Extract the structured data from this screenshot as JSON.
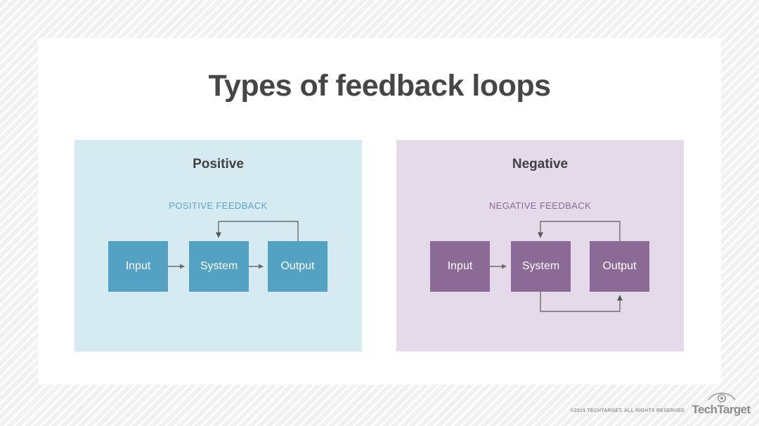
{
  "slide": {
    "title": "Types of feedback loops"
  },
  "panels": [
    {
      "id": "positive",
      "heading": "Positive",
      "feedback_label": "POSITIVE FEEDBACK",
      "panel_color": "#d5eaf1",
      "node_color": "#53a2c3",
      "label_color": "#5ba3c6",
      "nodes": [
        {
          "label": "Input"
        },
        {
          "label": "System"
        },
        {
          "label": "Output"
        }
      ]
    },
    {
      "id": "negative",
      "heading": "Negative",
      "feedback_label": "NEGATIVE FEEDBACK",
      "panel_color": "#e4daea",
      "node_color": "#8b6a95",
      "label_color": "#8c6a96",
      "nodes": [
        {
          "label": "Input"
        },
        {
          "label": "System"
        },
        {
          "label": "Output"
        }
      ]
    }
  ],
  "footer": {
    "copyright": "©2019 TECHTARGET. ALL RIGHTS RESERVED",
    "brand": "TechTarget"
  },
  "theme": {
    "title_color": "#464646",
    "heading_color": "#414141",
    "wire_color": "#6f6f6f",
    "card_color": "#ffffff",
    "page_bg": "#f1f1f1"
  }
}
